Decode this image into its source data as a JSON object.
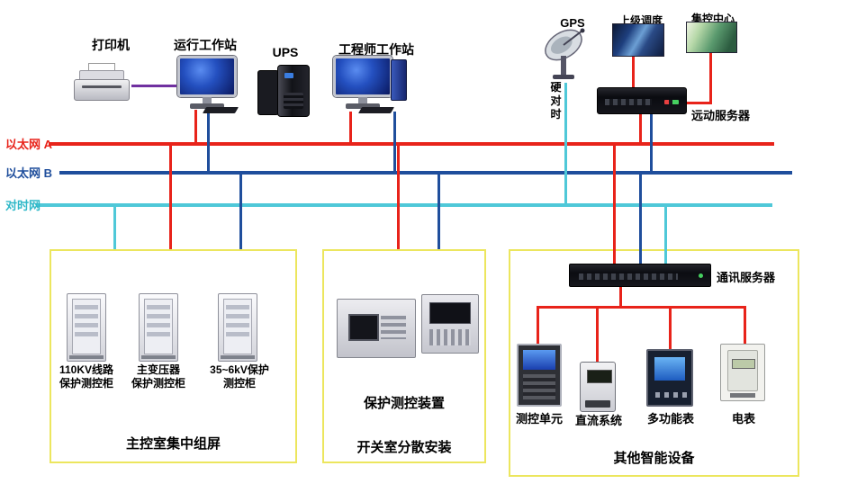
{
  "colors": {
    "ethernet_a": "#e8231a",
    "ethernet_b": "#1f4e9c",
    "time_sync_net": "#4fc8d8",
    "printer_link": "#7030a0",
    "panel_border": "#ece65e"
  },
  "top_devices": {
    "printer": "打印机",
    "operator_workstation": "运行工作站",
    "ups": "UPS",
    "engineer_workstation": "工程师工作站",
    "gps": "GPS",
    "superior_dispatch": "上级调度",
    "central_control_center": "集控中心",
    "telecontrol_server": "远动服务器",
    "hard_time_sync": "硬对时"
  },
  "buses": {
    "ethernet_a": "以太网 A",
    "ethernet_b": "以太网 B",
    "time_sync": "对时网"
  },
  "left_panel": {
    "cabinets": [
      {
        "line1": "110KV线路",
        "line2": "保护测控柜"
      },
      {
        "line1": "主变压器",
        "line2": "保护测控柜"
      },
      {
        "line1": "35~6kV保护",
        "line2": "测控柜"
      }
    ],
    "title": "主控室集中组屏"
  },
  "middle_panel": {
    "device_label": "保护测控装置",
    "title": "开关室分散安装"
  },
  "right_panel": {
    "comm_server": "通讯服务器",
    "devices": [
      "测控单元",
      "直流系统",
      "多功能表",
      "电表"
    ],
    "title": "其他智能设备"
  }
}
